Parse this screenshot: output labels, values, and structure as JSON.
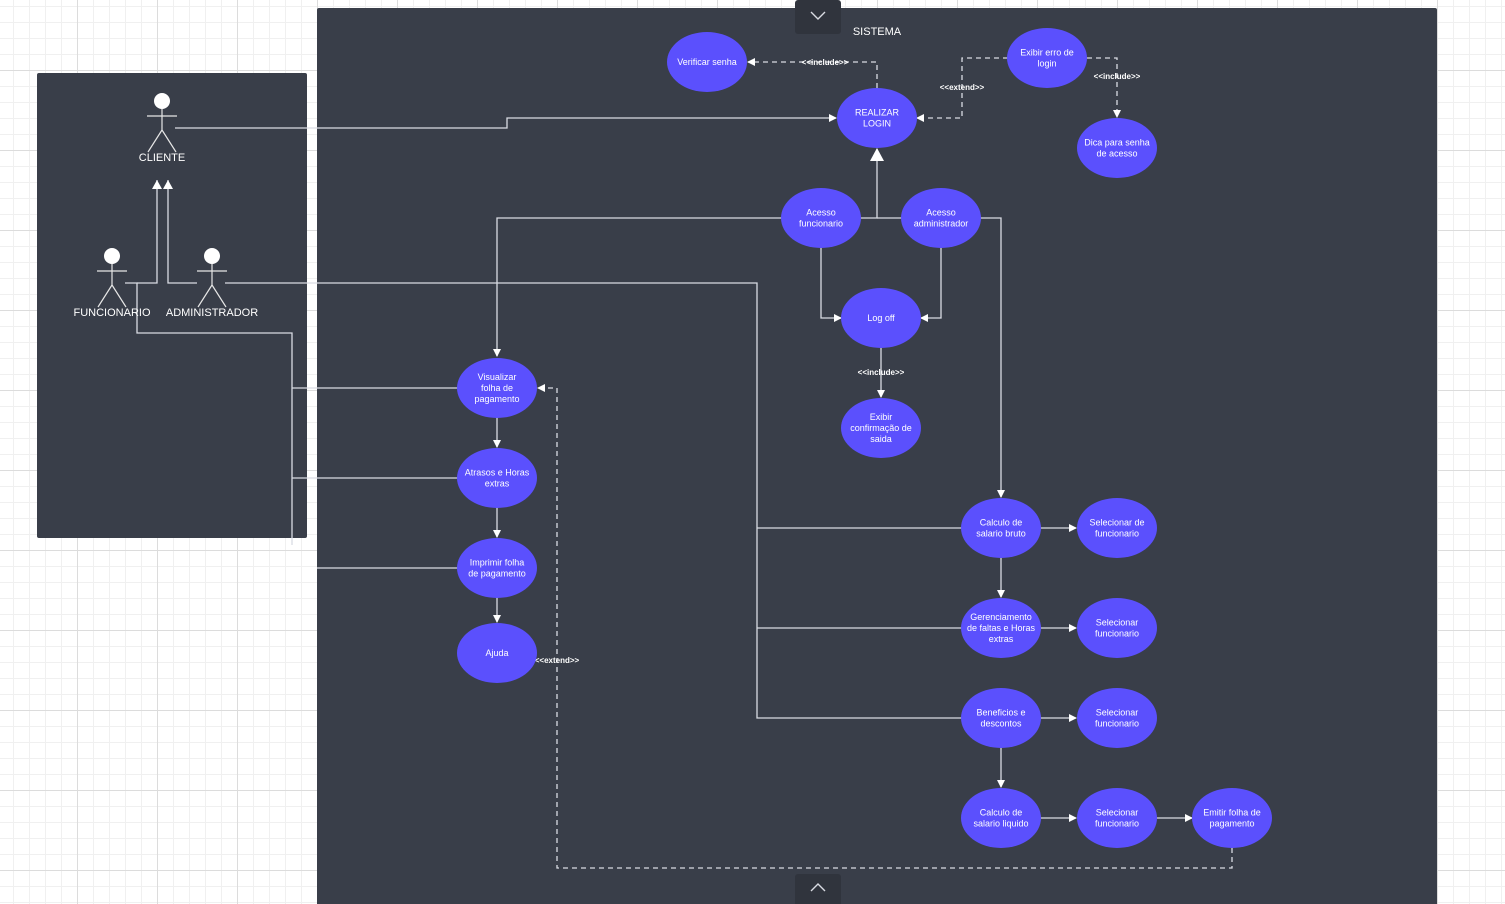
{
  "system": {
    "title": "SISTEMA"
  },
  "actors": {
    "cliente": "CLIENTE",
    "funcionario": "FUNCIONARIO",
    "administrador": "ADMINISTRADOR"
  },
  "use_cases": {
    "verificar_senha": [
      "Verificar senha"
    ],
    "realizar_login": [
      "REALIZAR",
      "LOGIN"
    ],
    "exibir_erro": [
      "Exibir erro de",
      "login"
    ],
    "dica_senha": [
      "Dica para senha",
      "de acesso"
    ],
    "acesso_funcionario": [
      "Acesso",
      "funcionario"
    ],
    "acesso_admin": [
      "Acesso",
      "administrador"
    ],
    "log_off": [
      "Log off"
    ],
    "exibir_confirmacao": [
      "Exibir",
      "confirmação de",
      "saida"
    ],
    "visualizar_folha": [
      "Visualizar",
      "folha de",
      "pagamento"
    ],
    "atrasos_horas": [
      "Atrasos e Horas",
      "extras"
    ],
    "imprimir_folha": [
      "Imprimir folha",
      "de pagamento"
    ],
    "ajuda": [
      "Ajuda"
    ],
    "calculo_bruto": [
      "Calculo de",
      "salario bruto"
    ],
    "selecionar_1": [
      "Selecionar de",
      "funcionario"
    ],
    "gerenciamento": [
      "Gerenciamento",
      "de faltas e Horas",
      "extras"
    ],
    "selecionar_2": [
      "Selecionar",
      "funcionario"
    ],
    "beneficios": [
      "Beneficios e",
      "descontos"
    ],
    "selecionar_3": [
      "Selecionar",
      "funcionario"
    ],
    "calculo_liquido": [
      "Calculo de",
      "salario liquido"
    ],
    "selecionar_4": [
      "Selecionar",
      "funcionario"
    ],
    "emitir_folha": [
      "Emitir folha de",
      "pagamento"
    ]
  },
  "stereotypes": {
    "include_verificar": "<<include>>",
    "extend_erro": "<<extend>>",
    "include_dica": "<<include>>",
    "include_logoff": "<<include>>",
    "extend_ajuda": "<<extend>>"
  },
  "colors": {
    "use_case_fill": "#5b50fd",
    "panel_fill": "#393e49",
    "connector": "#d9dce3"
  },
  "icons": [
    "chevron-down-icon",
    "chevron-up-icon"
  ]
}
